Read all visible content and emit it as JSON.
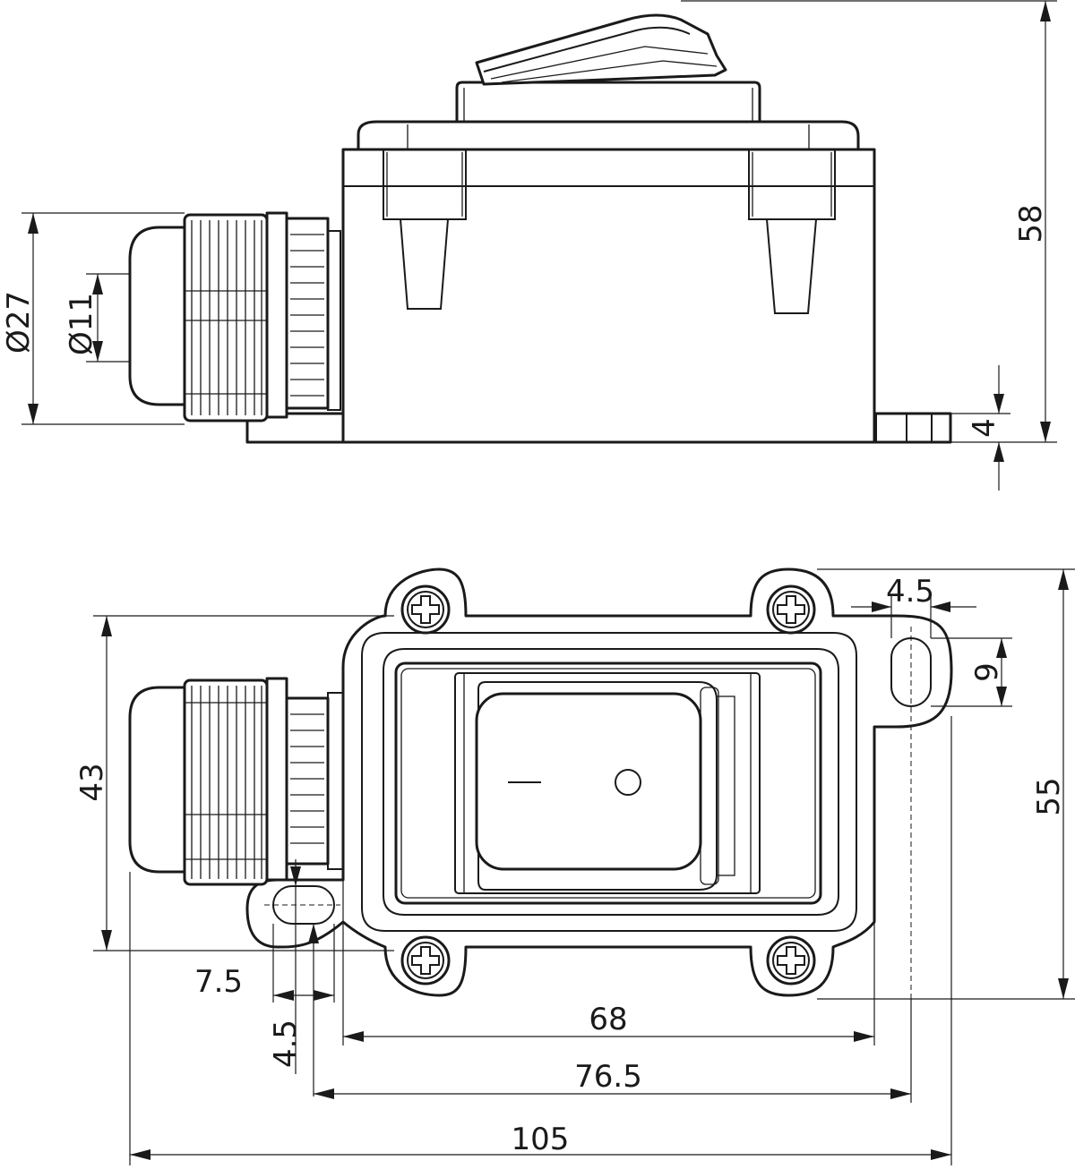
{
  "side_view": {
    "dim_height": "58",
    "dim_base_thickness": "4",
    "dim_gland_outer_diameter": "Ø27",
    "dim_gland_inner_diameter": "Ø11"
  },
  "top_view": {
    "dim_lug_hole_width": "4.5",
    "dim_lug_hole_length": "9",
    "dim_depth": "55",
    "dim_body_height": "43",
    "dim_left_lug_offset": "7.5",
    "dim_left_lug_hole_width": "4.5",
    "dim_body_width": "68",
    "dim_hole_spacing": "76.5",
    "dim_overall_length": "105"
  }
}
